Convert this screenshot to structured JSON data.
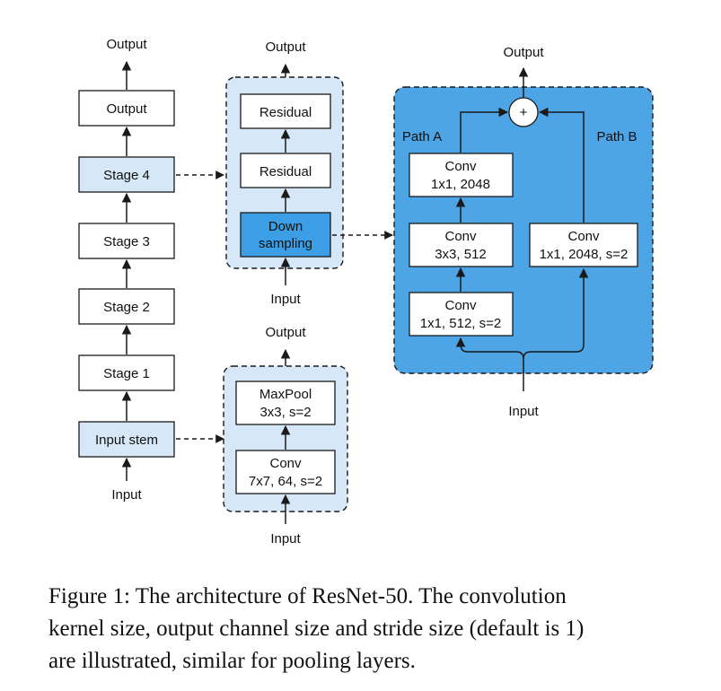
{
  "colors": {
    "stroke": "#1a1a1a",
    "light_blue": "#d6e7f8",
    "mid_blue": "#3c9ee5",
    "bright_blue": "#4da5e6",
    "white": "#ffffff"
  },
  "column1": {
    "output_label": "Output",
    "output_box": "Output",
    "stage4": "Stage 4",
    "stage3": "Stage 3",
    "stage2": "Stage 2",
    "stage1": "Stage 1",
    "input_stem": "Input stem",
    "input_label": "Input"
  },
  "stage_detail": {
    "output_label": "Output",
    "residual_top": "Residual",
    "residual_bottom": "Residual",
    "down_line1": "Down",
    "down_line2": "sampling",
    "input_label": "Input"
  },
  "stem_detail": {
    "output_label": "Output",
    "maxpool_line1": "MaxPool",
    "maxpool_line2": "3x3, s=2",
    "conv_line1": "Conv",
    "conv_line2": "7x7, 64, s=2",
    "input_label": "Input"
  },
  "downsample_detail": {
    "output_label": "Output",
    "plus_symbol": "+",
    "path_a": "Path A",
    "path_b": "Path B",
    "conv_a1_line1": "Conv",
    "conv_a1_line2": "1x1, 2048",
    "conv_a2_line1": "Conv",
    "conv_a2_line2": "3x3, 512",
    "conv_a3_line1": "Conv",
    "conv_a3_line2": "1x1, 512, s=2",
    "conv_b_line1": "Conv",
    "conv_b_line2": "1x1, 2048, s=2",
    "input_label": "Input"
  },
  "caption": {
    "line1": "Figure 1: The architecture of ResNet-50. The convolution",
    "line2": "kernel size, output channel size and stride size (default is 1)",
    "line3": "are illustrated, similar for pooling layers."
  }
}
